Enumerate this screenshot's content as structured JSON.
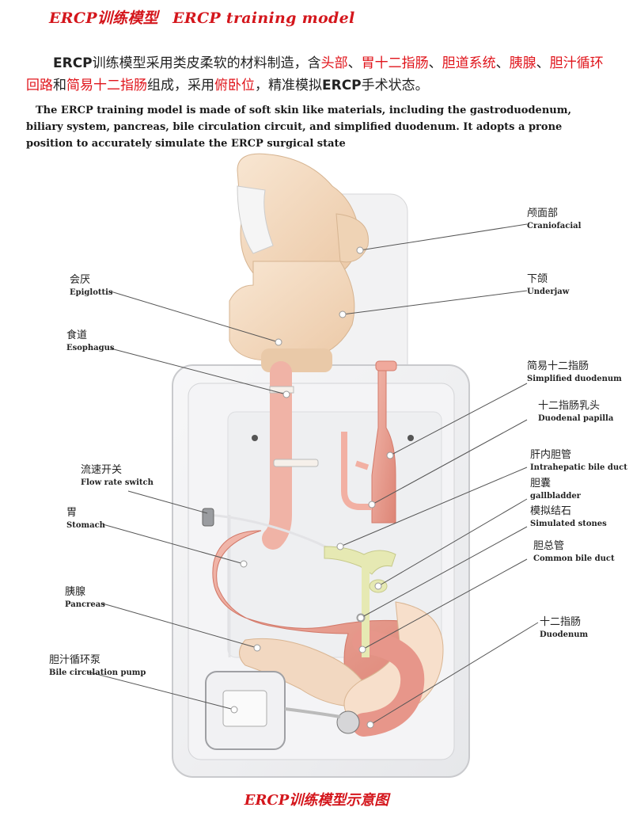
{
  "header": {
    "title_zh": "ERCP训练模型",
    "title_en": "ERCP training model"
  },
  "intro_zh": {
    "parts": [
      {
        "text": "ERCP",
        "style": "bold"
      },
      {
        "text": "训练模型采用类皮柔软的材料制造，含",
        "style": "plain"
      },
      {
        "text": "头部",
        "style": "red"
      },
      {
        "text": "、",
        "style": "plain"
      },
      {
        "text": "胃十二指肠",
        "style": "red"
      },
      {
        "text": "、",
        "style": "plain"
      },
      {
        "text": "胆道系统",
        "style": "red"
      },
      {
        "text": "、",
        "style": "plain"
      },
      {
        "text": "胰腺",
        "style": "red"
      },
      {
        "text": "、",
        "style": "plain"
      },
      {
        "text": "胆汁循环回路",
        "style": "red"
      },
      {
        "text": "和",
        "style": "plain"
      },
      {
        "text": "简易十二指肠",
        "style": "red"
      },
      {
        "text": "组成，采用",
        "style": "plain"
      },
      {
        "text": "俯卧位",
        "style": "red"
      },
      {
        "text": "，精准模拟",
        "style": "plain"
      },
      {
        "text": "ERCP",
        "style": "bold"
      },
      {
        "text": "手术状态。",
        "style": "plain"
      }
    ]
  },
  "intro_en": "The ERCP training model is made of soft skin like materials, including the gastroduodenum, biliary system, pancreas, bile circulation circuit, and simplified duodenum. It adopts a prone position to accurately simulate the ERCP surgical state",
  "labels": [
    {
      "id": "craniofacial",
      "zh": "颅面部",
      "en": "Craniofacial"
    },
    {
      "id": "underjaw",
      "zh": "下颌",
      "en": "Underjaw"
    },
    {
      "id": "simplified-duodenum",
      "zh": "简易十二指肠",
      "en": "Simplified duodenum"
    },
    {
      "id": "duodenal-papilla",
      "zh": "十二指肠乳头",
      "en": "Duodenal papilla"
    },
    {
      "id": "intrahepatic-bile-duct",
      "zh": "肝内胆管",
      "en": "Intrahepatic bile duct"
    },
    {
      "id": "gallbladder",
      "zh": "胆囊",
      "en": "gallbladder"
    },
    {
      "id": "simulated-stones",
      "zh": "模拟结石",
      "en": "Simulated stones"
    },
    {
      "id": "common-bile-duct",
      "zh": "胆总管",
      "en": "Common bile duct"
    },
    {
      "id": "duodenum",
      "zh": "十二指肠",
      "en": "Duodenum"
    },
    {
      "id": "epiglottis",
      "zh": "会厌",
      "en": "Epiglottis"
    },
    {
      "id": "esophagus",
      "zh": "食道",
      "en": "Esophagus"
    },
    {
      "id": "flow-rate-switch",
      "zh": "流速开关",
      "en": "Flow rate switch"
    },
    {
      "id": "stomach",
      "zh": "胃",
      "en": "Stomach"
    },
    {
      "id": "pancreas",
      "zh": "胰腺",
      "en": "Pancreas"
    },
    {
      "id": "bile-circulation-pump",
      "zh": "胆汁循环泵",
      "en": "Bile circulation pump"
    }
  ],
  "caption": "ERCP训练模型示意图",
  "colors": {
    "accent_red": "#d4161c",
    "skin": "#f3dcc3",
    "organ_pink": "#eba39a",
    "bile_yellow": "#e6e8b0"
  }
}
